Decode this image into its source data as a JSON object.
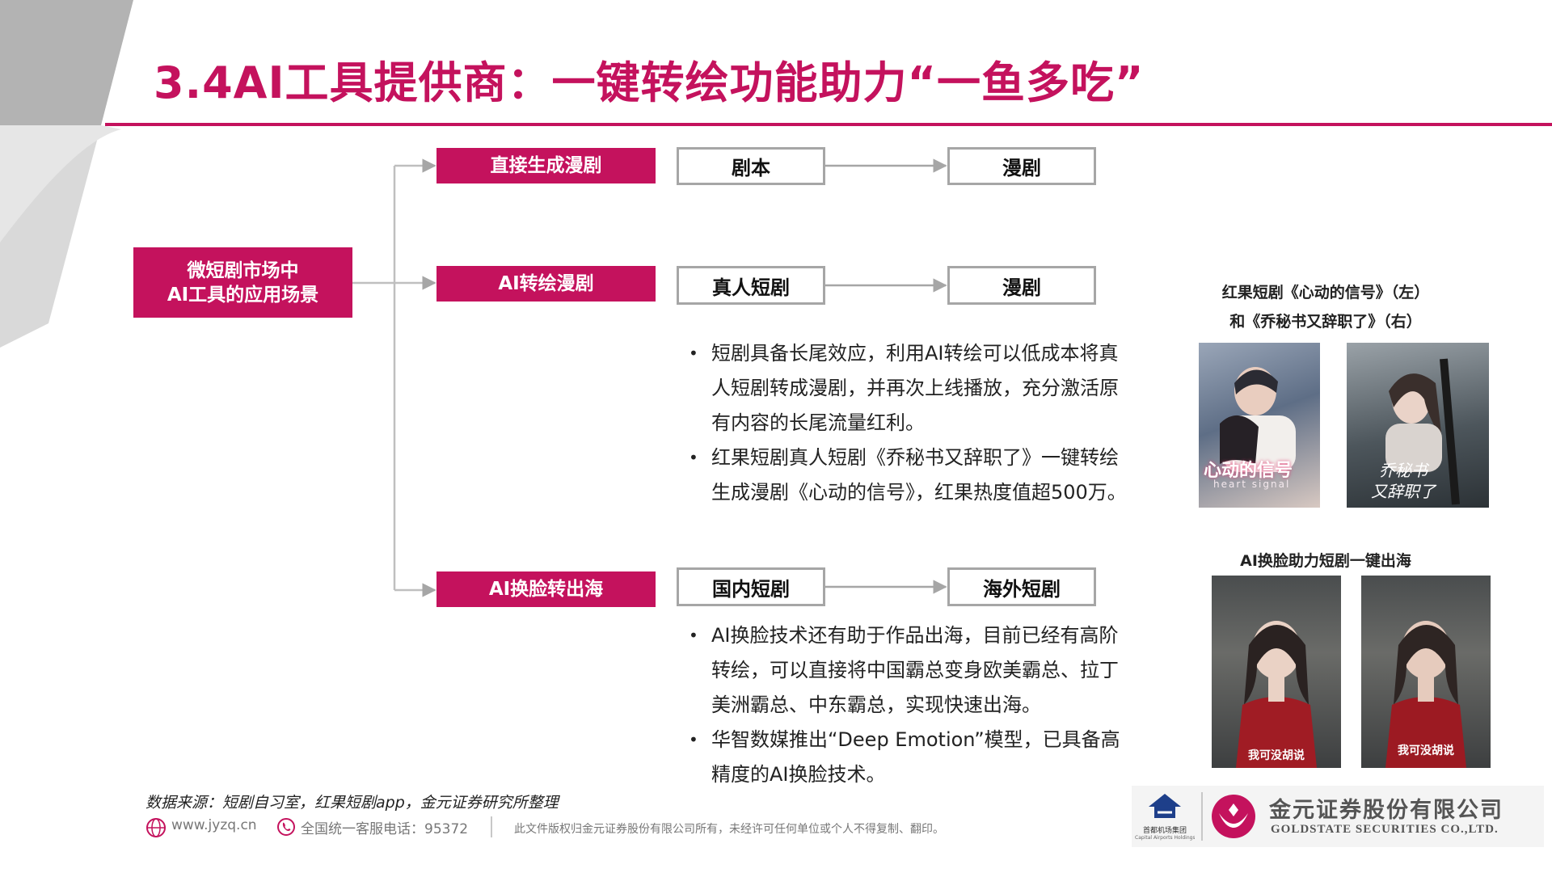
{
  "title": "3.4AI工具提供商：一键转绘功能助力“一鱼多吃”",
  "colors": {
    "accent": "#c4125d",
    "box_border": "#a6a6a6",
    "deco_gray": "#b3b3b3"
  },
  "flow": {
    "root": {
      "line1": "微短剧市场中",
      "line2": "AI工具的应用场景"
    },
    "branches": [
      {
        "label": "直接生成漫剧",
        "from": "剧本",
        "to": "漫剧"
      },
      {
        "label": "AI转绘漫剧",
        "from": "真人短剧",
        "to": "漫剧"
      },
      {
        "label": "AI换脸转出海",
        "from": "国内短剧",
        "to": "海外短剧"
      }
    ]
  },
  "bullets_a": [
    "短剧具备长尾效应，利用AI转绘可以低成本将真人短剧转成漫剧，并再次上线播放，充分激活原有内容的长尾流量红利。",
    "红果短剧真人短剧《乔秘书又辞职了》一键转绘生成漫剧《心动的信号》，红果热度值超500万。"
  ],
  "bullets_b": [
    "AI换脸技术还有助于作品出海，目前已经有高阶转绘，可以直接将中国霸总变身欧美霸总、拉丁美洲霸总、中东霸总，实现快速出海。",
    "华智数媒推出“Deep Emotion”模型，已具备高精度的AI换脸技术。"
  ],
  "bullet_glyph": "•",
  "right_panel": {
    "caption1_line1": "红果短剧《心动的信号》（左）",
    "caption1_line2": "和《乔秘书又辞职了》（右）",
    "poster_left_title": "心动的信号",
    "poster_left_sub": "heart signal",
    "poster_right_title_1": "乔秘书",
    "poster_right_title_2": "又辞职了",
    "caption2": "AI换脸助力短剧一键出海",
    "subtitle_left": "我可没胡说",
    "subtitle_right": "我可没胡说"
  },
  "source": "数据来源：短剧自习室，红果短剧app，金元证券研究所整理",
  "footer": {
    "website": "www.jyzq.cn",
    "hotline": "全国统一客服电话：95372",
    "copyright": "此文件版权归金元证券股份有限公司所有，未经许可任何单位或个人不得复制、翻印。"
  },
  "logo": {
    "group_cn": "首都机场集团",
    "group_en": "Capital Airports Holdings",
    "company_cn": "金元证券股份有限公司",
    "company_en": "GOLDSTATE SECURITIES CO.,LTD."
  }
}
